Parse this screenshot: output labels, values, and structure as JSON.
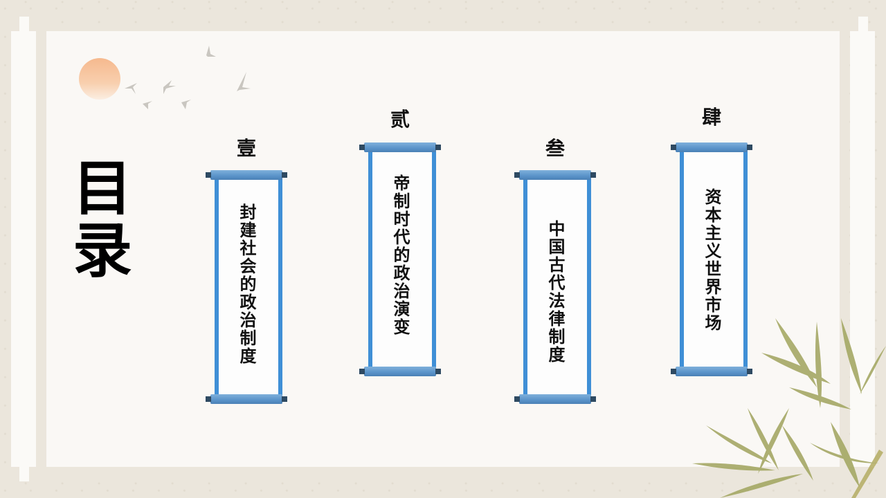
{
  "slide": {
    "title_chars": [
      "目",
      "录"
    ],
    "colors": {
      "scroll_border": "#3f8fd6",
      "scroll_rod": "#5a93c9",
      "sun": "#f6b98e",
      "bamboo": "#9aa05a",
      "panel": "#faf8f5",
      "background": "#ebe6dc"
    },
    "items": [
      {
        "numeral": "壹",
        "text": "封建社会的政治制度"
      },
      {
        "numeral": "贰",
        "text": "帝制时代的政治演变"
      },
      {
        "numeral": "叁",
        "text": "中国古代法律制度"
      },
      {
        "numeral": "肆",
        "text": "资本主义世界市场"
      }
    ],
    "decorations": [
      "sun-icon",
      "birds-icon",
      "bamboo-icon"
    ]
  }
}
